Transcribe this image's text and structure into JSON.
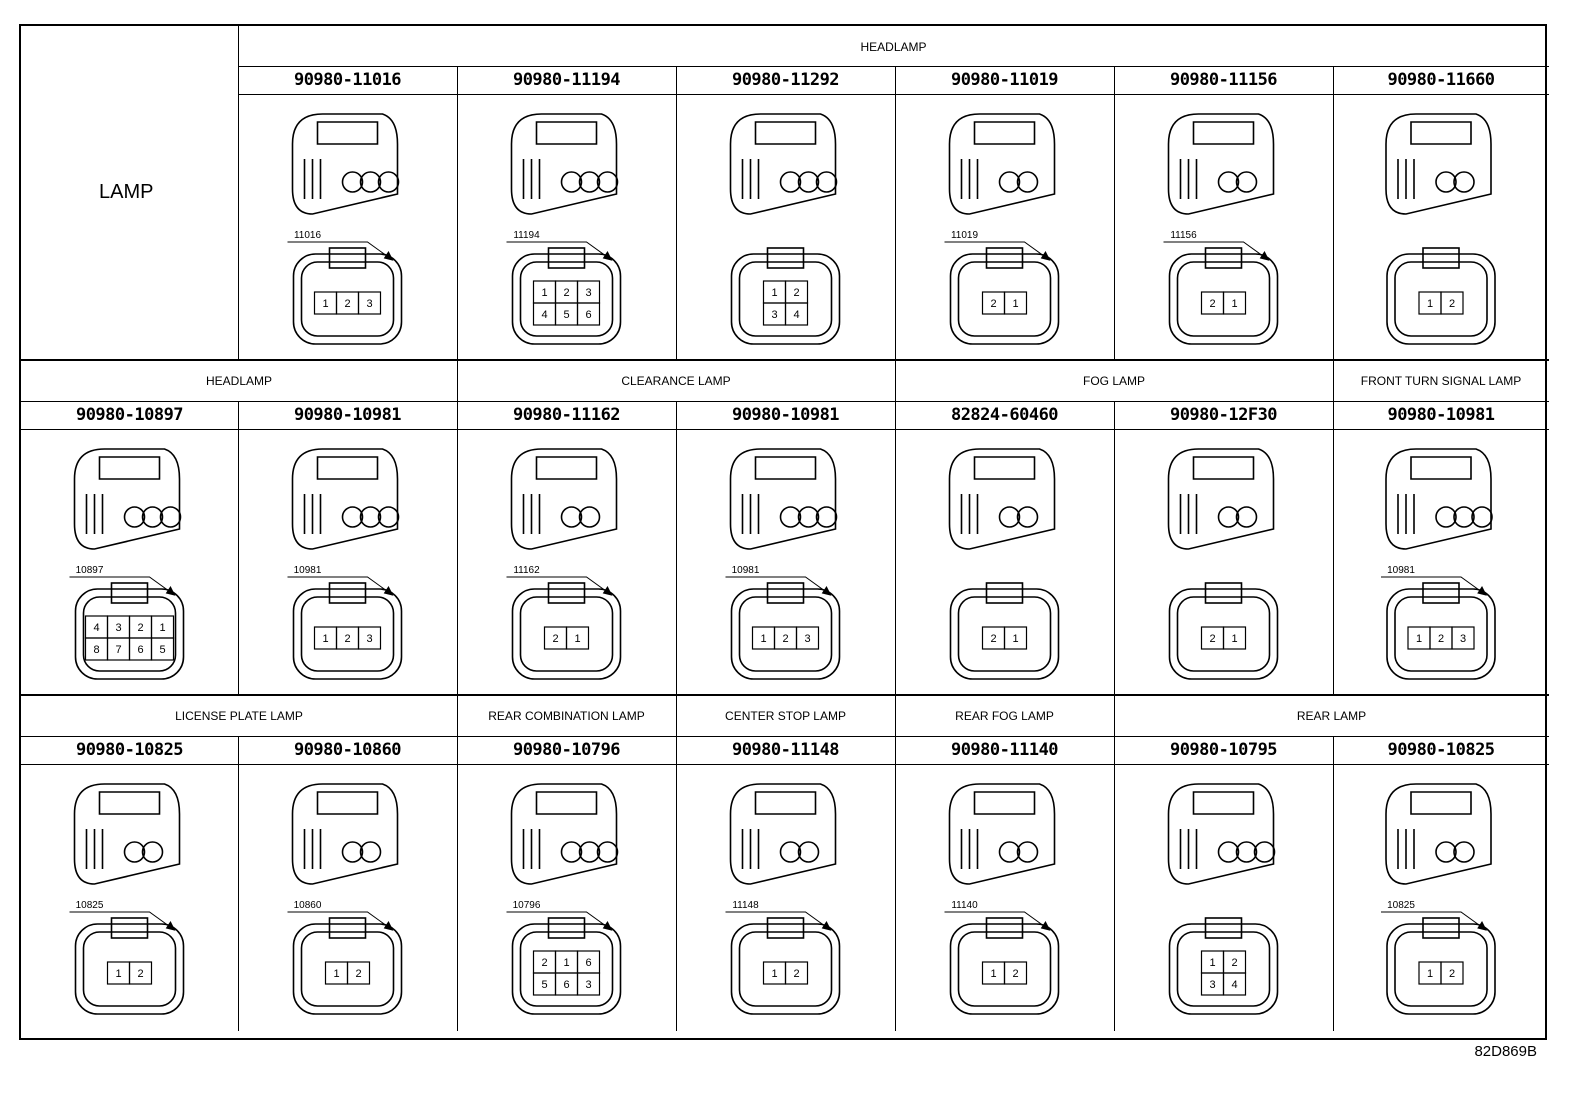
{
  "corner_label": "LAMP",
  "rows": [
    {
      "sections": [
        {
          "label": "HEADLAMP",
          "span": 6
        }
      ],
      "cells": [
        {
          "part": "90980-11016",
          "code": "11016",
          "shape": "A",
          "pins": [
            "1",
            "2",
            "3"
          ],
          "face": "tri"
        },
        {
          "part": "90980-11194",
          "code": "11194",
          "shape": "B",
          "pins": [
            "1",
            "2",
            "3",
            "4",
            "5",
            "6"
          ],
          "face": "six"
        },
        {
          "part": "90980-11292",
          "code": "",
          "shape": "C",
          "pins": [
            "1",
            "2",
            "3",
            "4"
          ],
          "face": "quad"
        },
        {
          "part": "90980-11019",
          "code": "11019",
          "shape": "D",
          "pins": [
            "2",
            "1"
          ],
          "face": "round2"
        },
        {
          "part": "90980-11156",
          "code": "11156",
          "shape": "D",
          "pins": [
            "2",
            "1"
          ],
          "face": "round2"
        },
        {
          "part": "90980-11660",
          "code": "",
          "shape": "E",
          "pins": [
            "1",
            "2"
          ],
          "face": "small2"
        }
      ]
    },
    {
      "sections": [
        {
          "label": "HEADLAMP",
          "span": 2
        },
        {
          "label": "CLEARANCE LAMP",
          "span": 2
        },
        {
          "label": "FOG LAMP",
          "span": 2
        },
        {
          "label": "FRONT TURN SIGNAL LAMP",
          "span": 1
        }
      ],
      "cells": [
        {
          "part": "90980-10897",
          "code": "10897",
          "shape": "F",
          "pins": [
            "4",
            "3",
            "2",
            "1",
            "8",
            "7",
            "6",
            "5"
          ],
          "face": "eight"
        },
        {
          "part": "90980-10981",
          "code": "10981",
          "shape": "G",
          "pins": [
            "1",
            "2",
            "3"
          ],
          "face": "row3"
        },
        {
          "part": "90980-11162",
          "code": "11162",
          "shape": "H",
          "pins": [
            "2",
            "1"
          ],
          "face": "round2b"
        },
        {
          "part": "90980-10981",
          "code": "10981",
          "shape": "G",
          "pins": [
            "1",
            "2",
            "3"
          ],
          "face": "row3"
        },
        {
          "part": "82824-60460",
          "code": "",
          "shape": "I",
          "pins": [
            "2",
            "1"
          ],
          "face": "oval2"
        },
        {
          "part": "90980-12F30",
          "code": "",
          "shape": "J",
          "pins": [
            "2",
            "1"
          ],
          "face": "tiny2"
        },
        {
          "part": "90980-10981",
          "code": "10981",
          "shape": "G",
          "pins": [
            "1",
            "2",
            "3"
          ],
          "face": "row3"
        }
      ]
    },
    {
      "sections": [
        {
          "label": "LICENSE PLATE LAMP",
          "span": 2
        },
        {
          "label": "REAR COMBINATION LAMP",
          "span": 1
        },
        {
          "label": "CENTER STOP LAMP",
          "span": 1
        },
        {
          "label": "REAR FOG LAMP",
          "span": 1
        },
        {
          "label": "REAR LAMP",
          "span": 2
        }
      ],
      "cells": [
        {
          "part": "90980-10825",
          "code": "10825",
          "shape": "K",
          "pins": [
            "1",
            "2"
          ],
          "face": "box2"
        },
        {
          "part": "90980-10860",
          "code": "10860",
          "shape": "L",
          "pins": [
            "1",
            "2"
          ],
          "face": "box2b"
        },
        {
          "part": "90980-10796",
          "code": "10796",
          "shape": "M",
          "pins": [
            "2",
            "1",
            "6",
            "5",
            "6",
            "3"
          ],
          "face": "combo"
        },
        {
          "part": "90980-11148",
          "code": "11148",
          "shape": "N",
          "pins": [
            "1",
            "2"
          ],
          "face": "flat2"
        },
        {
          "part": "90980-11140",
          "code": "11140",
          "shape": "O",
          "pins": [
            "1",
            "2"
          ],
          "face": "oval2b"
        },
        {
          "part": "90980-10795",
          "code": "",
          "shape": "P",
          "pins": [
            "1",
            "2",
            "3",
            "4"
          ],
          "face": "quad2"
        },
        {
          "part": "90980-10825",
          "code": "10825",
          "shape": "K",
          "pins": [
            "1",
            "2"
          ],
          "face": "box2"
        }
      ]
    }
  ],
  "figure_ref": "82D869B"
}
